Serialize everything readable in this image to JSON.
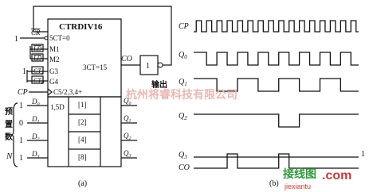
{
  "circuit": {
    "chip_title": "CTRDIV16",
    "pins_left": [
      "5CT=0",
      "M1",
      "M2",
      "G3",
      "G4",
      "C5/2,3,4+"
    ],
    "pin_ct0_ctrl": "CR",
    "pin_ld1": "LD",
    "pin_ld2": "LD",
    "pin_ct1": "CT",
    "pin_ct1_sub": "T",
    "pin_ct2": "CT",
    "pin_ct2_sub": "P",
    "tie_high": "1",
    "clock": "CP",
    "co_pin": "3CT=15",
    "co_label": "CO",
    "output_label": "输出",
    "data_inputs": [
      {
        "name": "D",
        "sub": "0",
        "value": "1"
      },
      {
        "name": "D",
        "sub": "1",
        "value": "0"
      },
      {
        "name": "D",
        "sub": "2",
        "value": "1"
      },
      {
        "name": "D",
        "sub": "3",
        "value": "1"
      }
    ],
    "data_label_1sd": "1,5D",
    "weights": [
      "[1]",
      "[2]",
      "[4]",
      "[8]"
    ],
    "q_outputs": [
      {
        "name": "Q",
        "sub": "0"
      },
      {
        "name": "Q",
        "sub": "1"
      },
      {
        "name": "Q",
        "sub": "2"
      },
      {
        "name": "Q",
        "sub": "3"
      }
    ],
    "preset_label_chars": [
      "预",
      "置",
      "数"
    ],
    "preset_var": "N",
    "caption": "(a)"
  },
  "timing": {
    "signals": [
      {
        "name": "CP",
        "sub": ""
      },
      {
        "name": "Q",
        "sub": "0"
      },
      {
        "name": "Q",
        "sub": "1"
      },
      {
        "name": "Q",
        "sub": "2"
      },
      {
        "name": "Q",
        "sub": "3"
      },
      {
        "name": "CO",
        "sub": ""
      }
    ],
    "q3_level_text": "1",
    "caption": "(b)"
  },
  "watermark": "杭州将睿科技有限公司",
  "logo": {
    "top": "接线图",
    "url": "jiexiantu",
    "dot": ".com"
  }
}
